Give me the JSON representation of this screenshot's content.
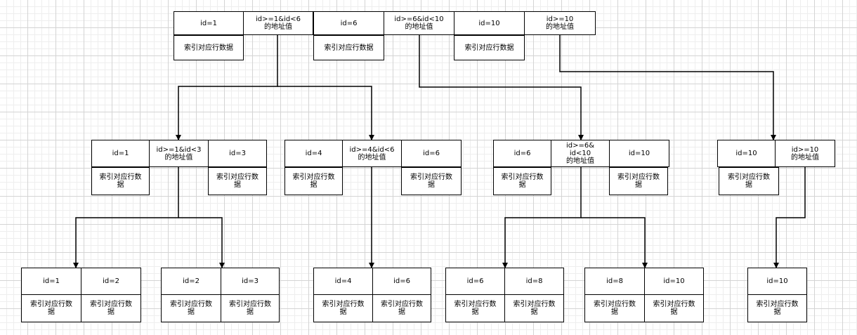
{
  "colors": {
    "line": "#000000",
    "cell_border": "#000000",
    "cell_fill": "#ffffff",
    "grid": "#d4d4d4"
  },
  "diagram": {
    "root": {
      "keys": [
        {
          "key": "id=1",
          "row_data": "索引对应行数据"
        },
        {
          "pointer": "id>=1&id<6\n的地址值"
        },
        {
          "key": "id=6",
          "row_data": "索引对应行数据"
        },
        {
          "pointer": "id>=6&id<10\n的地址值"
        },
        {
          "key": "id=10",
          "row_data": "索引对应行数据"
        },
        {
          "pointer": "id>=10\n的地址值"
        }
      ]
    },
    "internal_nodes": [
      {
        "key1": "id=1",
        "pointer": "id>=1&id<3\n的地址值",
        "key2": "id=3",
        "row1": "索引对应行数\n据",
        "row2": "索引对应行数\n据"
      },
      {
        "key1": "id=4",
        "pointer": "id>=4&id<6\n的地址值",
        "key2": "id=6",
        "row1": "索引对应行数\n据",
        "row2": "索引对应行数\n据"
      },
      {
        "key1": "id=6",
        "pointer": "id>=6&\nid<10\n的地址值",
        "key2": "id=10",
        "row1": "索引对应行数\n据",
        "row2": "索引对应行数\n据"
      },
      {
        "key1": "id=10",
        "pointer": "id>=10\n的地址值",
        "row1": "索引对应行数\n据"
      }
    ],
    "leaves": [
      {
        "k1": "id=1",
        "k2": "id=2",
        "d1": "索引对应行数\n据",
        "d2": "索引对应行数\n据"
      },
      {
        "k1": "id=2",
        "k2": "id=3",
        "d1": "索引对应行数\n据",
        "d2": "索引对应行数\n据"
      },
      {
        "k1": "id=4",
        "k2": "id=6",
        "d1": "索引对应行数\n据",
        "d2": "索引对应行数\n据"
      },
      {
        "k1": "id=6",
        "k2": "id=8",
        "d1": "索引对应行数\n据",
        "d2": "索引对应行数\n据"
      },
      {
        "k1": "id=8",
        "k2": "id=10",
        "d1": "索引对应行数\n据",
        "d2": "索引对应行数\n据"
      },
      {
        "k1": "id=10",
        "d1": "索引对应行数\n据"
      }
    ]
  }
}
